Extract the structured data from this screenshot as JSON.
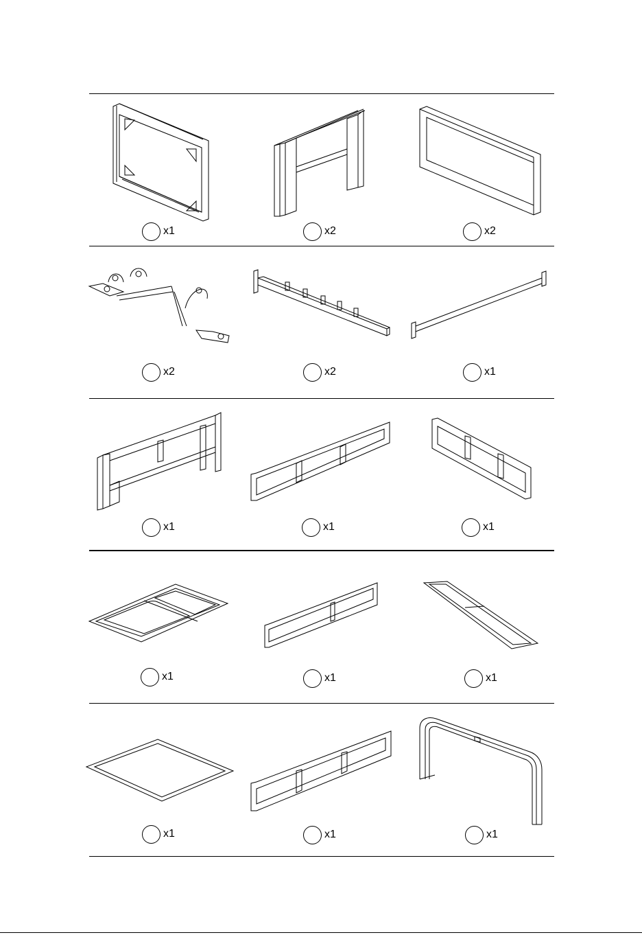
{
  "parts_sheet": {
    "rows": [
      {
        "parts": [
          {
            "drawing": "rectangular-frame-with-corner-gussets",
            "quantity": "x1"
          },
          {
            "drawing": "upright-frame-with-crossbar",
            "quantity": "x2"
          },
          {
            "drawing": "rectangular-frame",
            "quantity": "x2"
          }
        ]
      },
      {
        "parts": [
          {
            "drawing": "bracket-arm",
            "quantity": "x2"
          },
          {
            "drawing": "storage-rail-with-hooks",
            "quantity": "x2"
          },
          {
            "drawing": "bar-with-end-plates",
            "quantity": "x1"
          }
        ]
      },
      {
        "parts": [
          {
            "drawing": "headboard-frame",
            "quantity": "x1"
          },
          {
            "drawing": "long-side-frame",
            "quantity": "x1"
          },
          {
            "drawing": "short-side-frame",
            "quantity": "x1"
          }
        ]
      },
      {
        "parts": [
          {
            "drawing": "double-tray-frame",
            "quantity": "x1"
          },
          {
            "drawing": "rail-frame",
            "quantity": "x1"
          },
          {
            "drawing": "flat-ladder-frame",
            "quantity": "x1"
          }
        ]
      },
      {
        "parts": [
          {
            "drawing": "square-base-frame",
            "quantity": "x1"
          },
          {
            "drawing": "side-panel-frame",
            "quantity": "x1"
          },
          {
            "drawing": "curved-arch-frame",
            "quantity": "x1"
          }
        ]
      }
    ]
  }
}
